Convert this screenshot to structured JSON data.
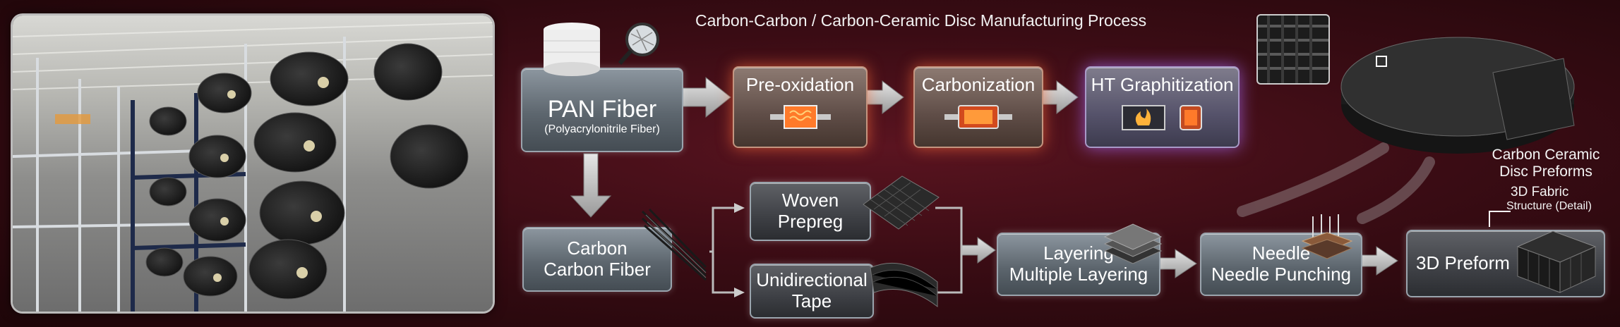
{
  "title": "Carbon-Carbon / Carbon-Ceramic Disc Manufacturing Process",
  "pan_fiber": {
    "label": "PAN Fiber",
    "sub": "(Polyacrylonitrile Fiber)"
  },
  "pre_oxidation": {
    "label": "Pre-oxidation"
  },
  "carbonization": {
    "label": "Carbonization"
  },
  "ht_graphitization": {
    "label": "HT Graphitization"
  },
  "carbon_fiber": {
    "line1": "Carbon",
    "line2": "Carbon Fiber"
  },
  "woven_prepreg": {
    "line1": "Woven",
    "line2": "Prepreg"
  },
  "unidirectional_tape": {
    "line1": "Unidirectional",
    "line2": "Tape"
  },
  "layering": {
    "line1": "Layering",
    "line2": "Multiple Layering"
  },
  "needle": {
    "line1": "Needle",
    "line2": "Needle Punching"
  },
  "preform_3d": {
    "label": "3D Preform"
  },
  "disc_preforms": {
    "line1": "Carbon Ceramic",
    "line2": "Disc Preforms"
  },
  "fabric_detail": {
    "line1": "3D Fabric",
    "line2": "Structure (Detail)"
  },
  "colors": {
    "background": "#3a0c14",
    "box": "#5d666e",
    "glow_orange": "#ff6e3c",
    "glow_purple": "#aa6eff"
  }
}
